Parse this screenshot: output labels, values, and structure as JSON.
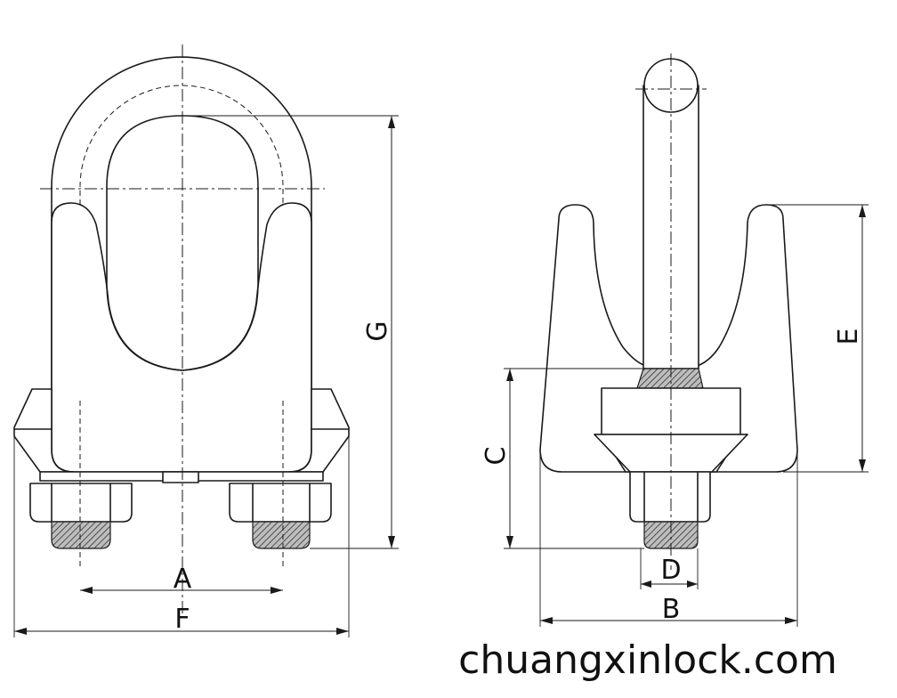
{
  "dimensions": {
    "a": "A",
    "b": "B",
    "c": "C",
    "d": "D",
    "e": "E",
    "f": "F",
    "g": "G"
  },
  "watermark": "chuangxinlock.com"
}
